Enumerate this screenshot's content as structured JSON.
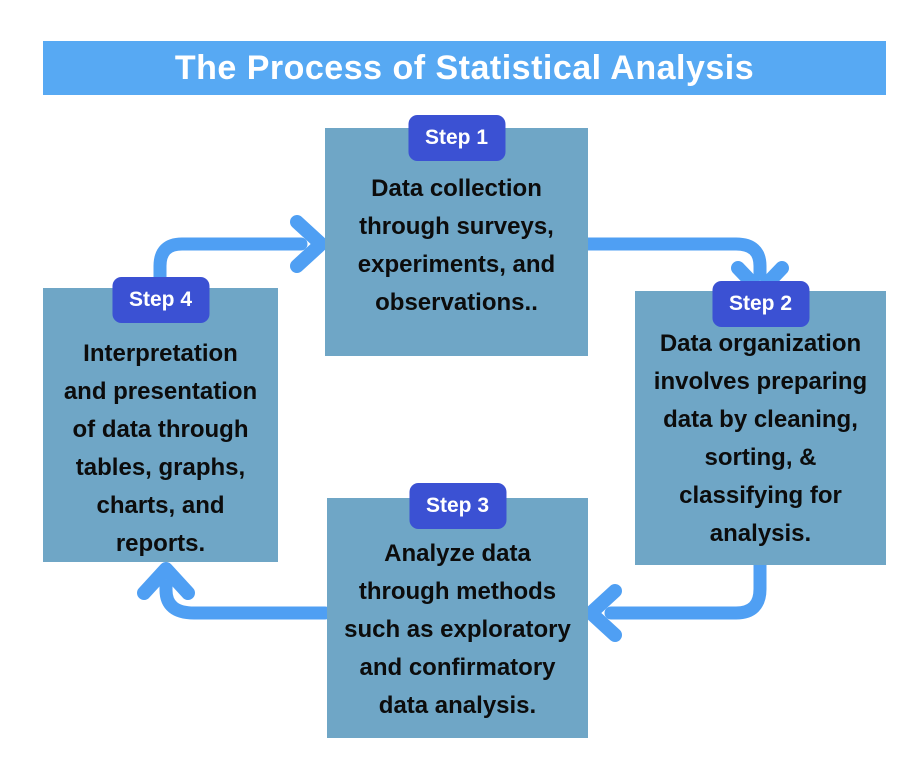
{
  "title": "The Process of Statistical Analysis",
  "colors": {
    "background": "#ffffff",
    "banner": "#57a9f3",
    "box": "#6fa6c6",
    "badge": "#3b51d3",
    "arrow": "#4f9ff3",
    "text": "#0c0c0c",
    "title_text": "#ffffff"
  },
  "steps": [
    {
      "badge": "Step 1",
      "text": "Data collection\nthrough surveys,\nexperiments, and\nobservations.."
    },
    {
      "badge": "Step 2",
      "text": "Data organization\ninvolves preparing\ndata by cleaning,\nsorting, &\nclassifying for\nanalysis."
    },
    {
      "badge": "Step 3",
      "text": "Analyze data\nthrough methods\nsuch as exploratory\nand confirmatory\ndata analysis."
    },
    {
      "badge": "Step 4",
      "text": "Interpretation\nand presentation\nof data through\ntables, graphs,\ncharts, and\nreports."
    }
  ]
}
